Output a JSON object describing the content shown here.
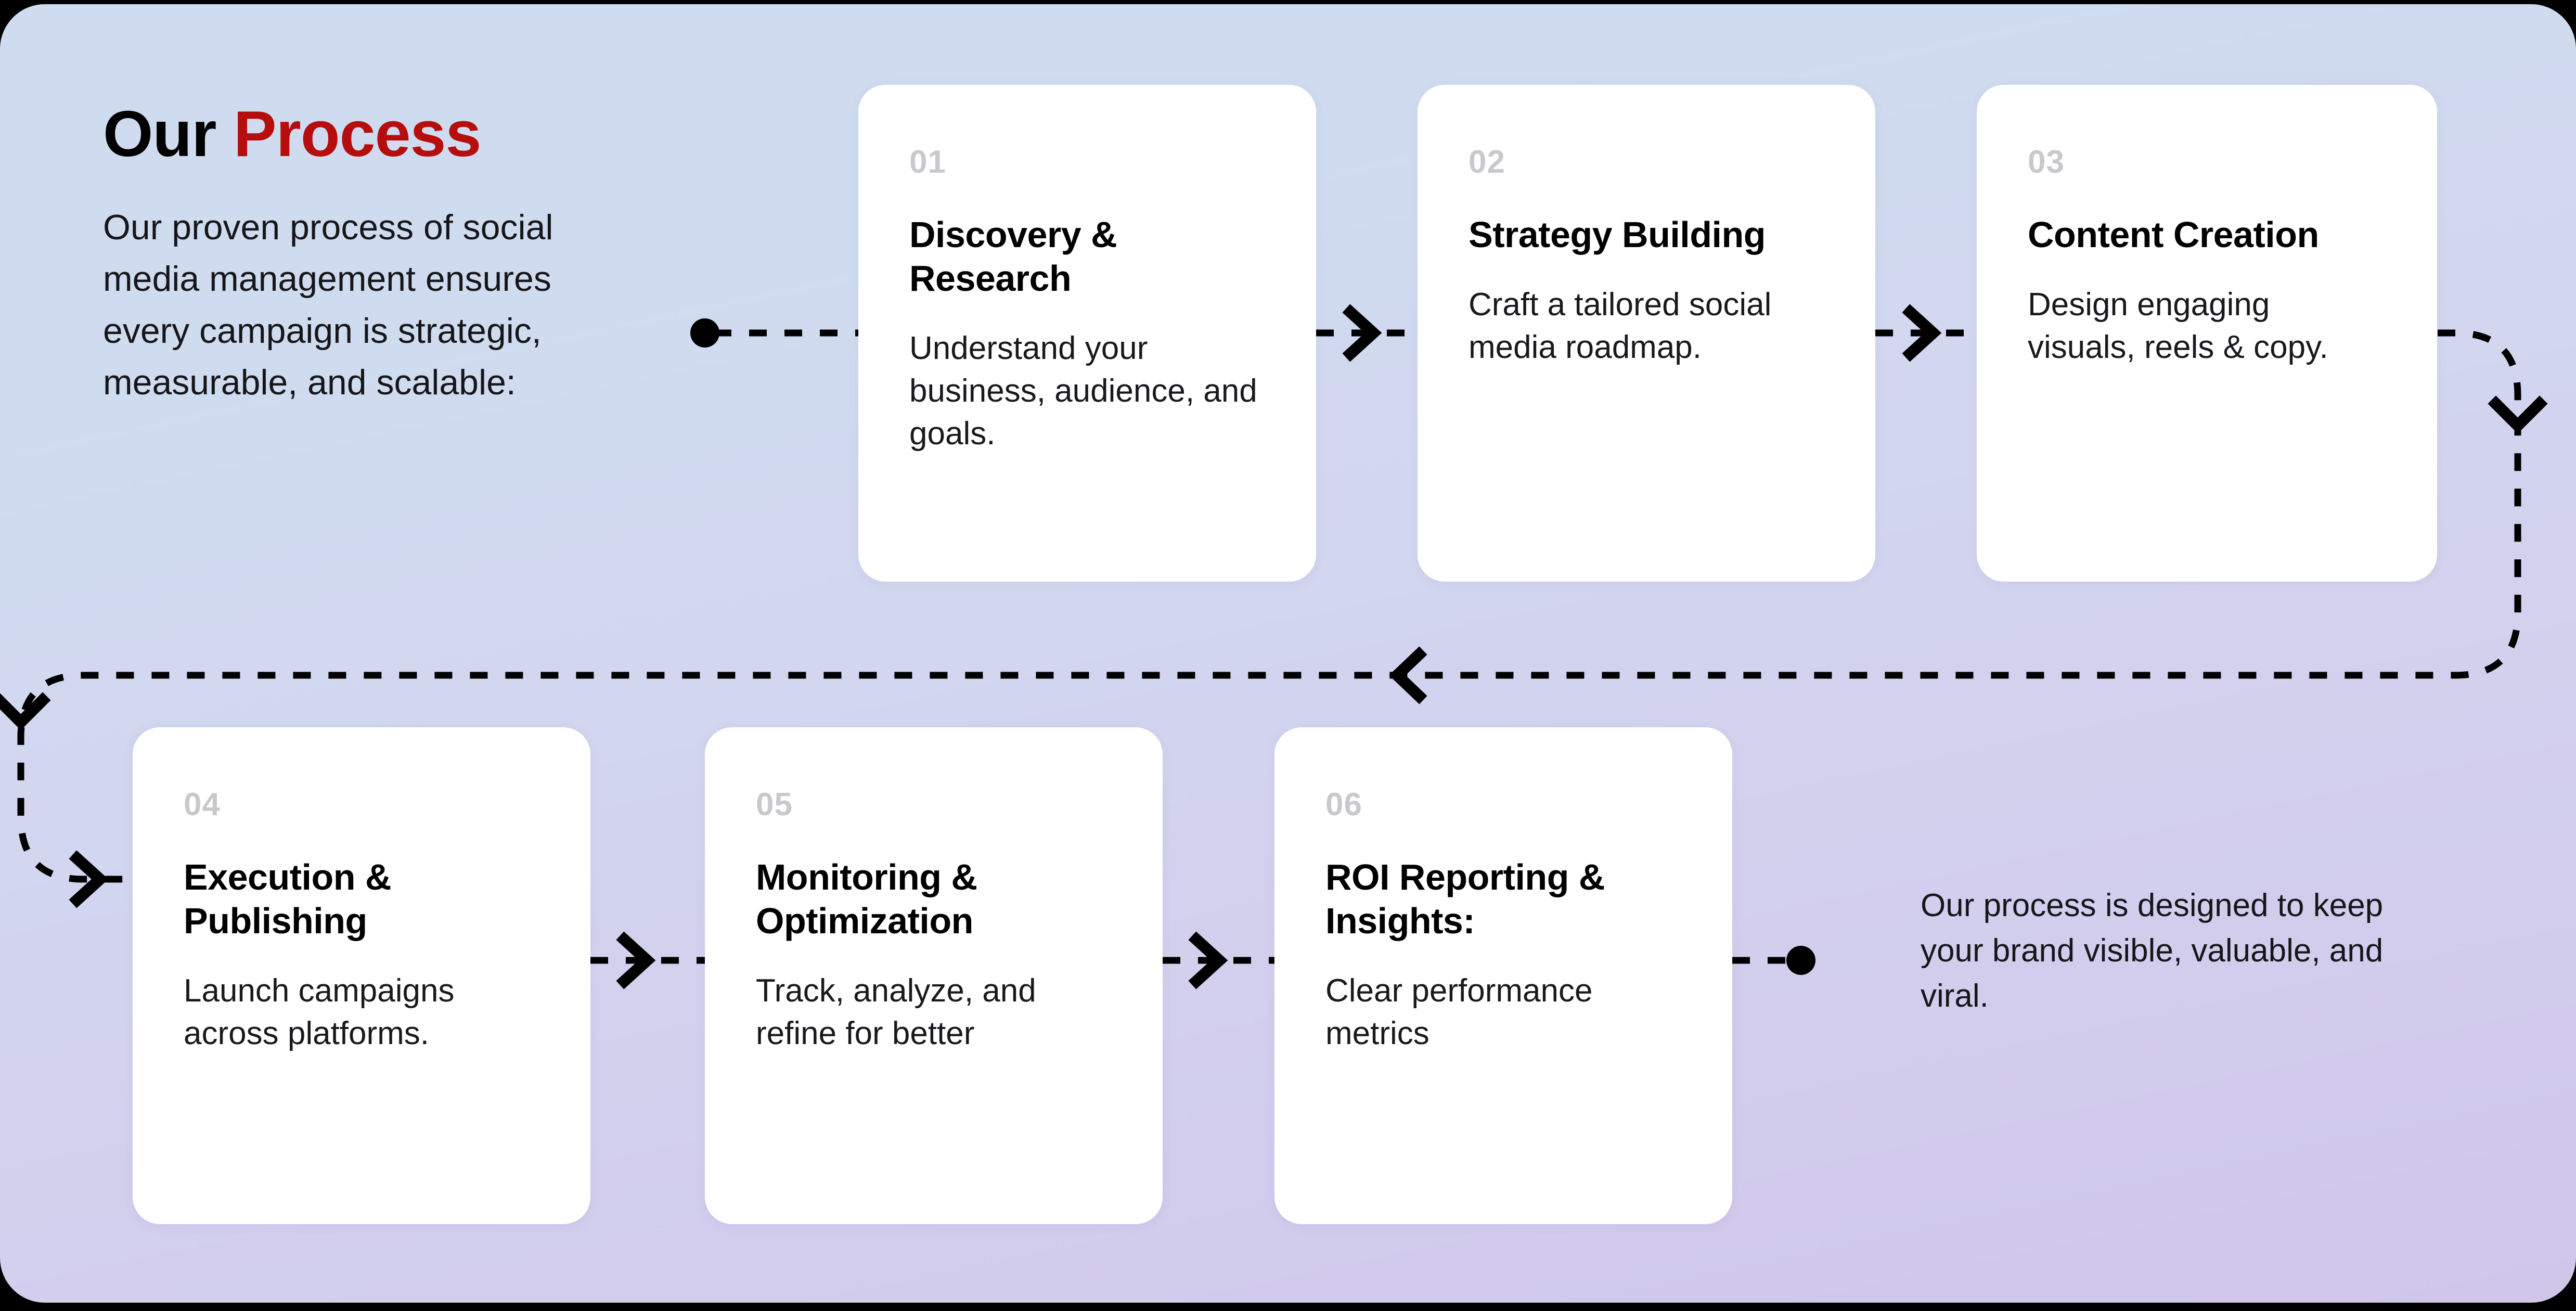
{
  "section": {
    "heading_part1": "Our ",
    "heading_accent": "Process",
    "intro_paragraph": "Our proven process of social media management ensures every campaign is strategic, measurable, and scalable:",
    "closing_note": "Our process is designed to keep your brand visible, valuable, and viral.",
    "accent_color": "#b60d0d",
    "background_top_color": "#cfdcef",
    "background_bottom_color": "#cfc6ea",
    "card_background_color": "#ffffff",
    "step_number_color": "#c9c9cd",
    "connector_color": "#000000"
  },
  "steps": [
    {
      "number": "01",
      "title": "Discovery & Research",
      "description": "Understand your business, audience, and goals."
    },
    {
      "number": "02",
      "title": "Strategy Building",
      "description": "Craft a tailored social media roadmap."
    },
    {
      "number": "03",
      "title": "Content Creation",
      "description": "Design engaging visuals, reels & copy."
    },
    {
      "number": "04",
      "title": "Execution & Publishing",
      "description": "Launch campaigns across platforms."
    },
    {
      "number": "05",
      "title": "Monitoring & Optimization",
      "description": "Track, analyze, and refine for better"
    },
    {
      "number": "06",
      "title": "ROI Reporting & Insights:",
      "description": "Clear performance metrics"
    }
  ]
}
